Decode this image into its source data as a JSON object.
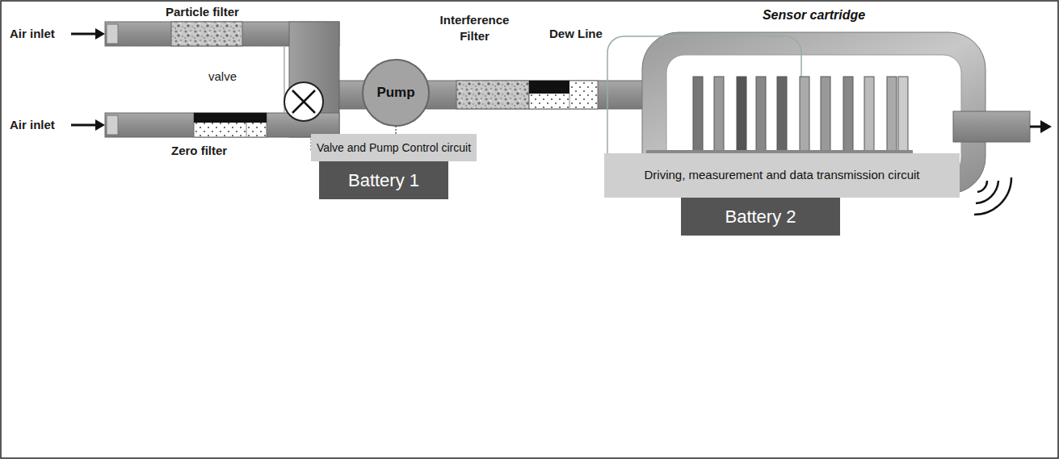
{
  "diagram": {
    "nodes": [
      {
        "text": [
          "Pump"
        ]
      },
      {
        "text": [
          "Valve and Pump Control circuit"
        ]
      },
      {
        "text": [
          "Battery 1"
        ]
      },
      {
        "text": [
          "Sensor cartridge"
        ]
      },
      {
        "text": [
          "Driving, measurement and data transmission circuit"
        ]
      },
      {
        "text": [
          "Battery 2"
        ]
      }
    ],
    "edges": [
      {
        "from": 1,
        "to": 0,
        "arrow": "none"
      }
    ],
    "labels": [
      "Particle filter",
      "Air inlet",
      "valve",
      "Air inlet",
      "Zero filter",
      "Interference Filter",
      "Dew Line"
    ]
  }
}
